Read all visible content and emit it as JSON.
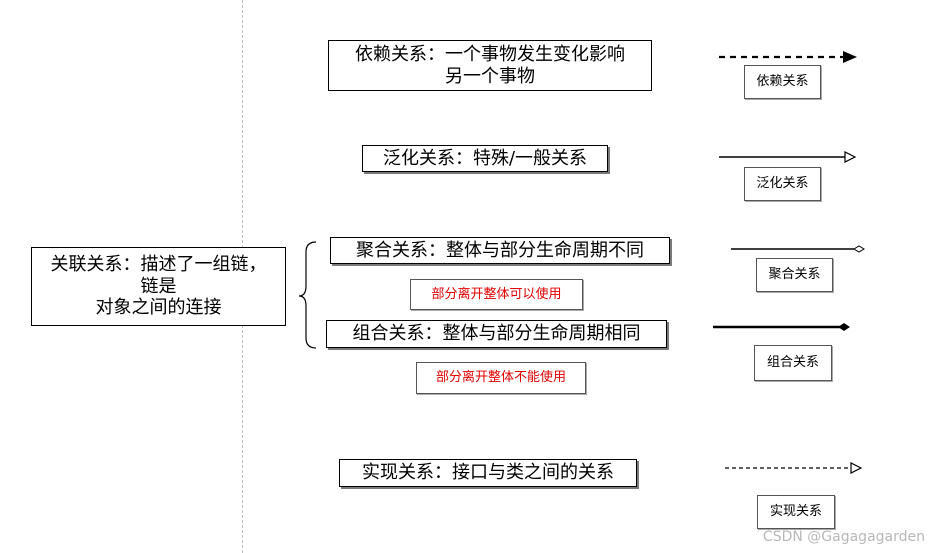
{
  "association": {
    "text": "关联关系：描述了一组链，\n链是\n对象之间的连接"
  },
  "dependency": {
    "text": "依赖关系：一个事物发生变化影响\n另一个事物",
    "label": "依赖关系"
  },
  "generalization": {
    "text": "泛化关系：特殊/一般关系",
    "label": "泛化关系"
  },
  "aggregation": {
    "text": "聚合关系：整体与部分生命周期不同",
    "label": "聚合关系",
    "note": "部分离开整体可以使用"
  },
  "composition": {
    "text": "组合关系：整体与部分生命周期相同",
    "label": "组合关系",
    "note": "部分离开整体不能使用"
  },
  "realization": {
    "text": "实现关系：接口与类之间的关系",
    "label": "实现关系"
  },
  "watermark": "CSDN @Gagagagarden",
  "colors": {
    "note_text": "#e00000",
    "divider": "#bdbdbd"
  }
}
